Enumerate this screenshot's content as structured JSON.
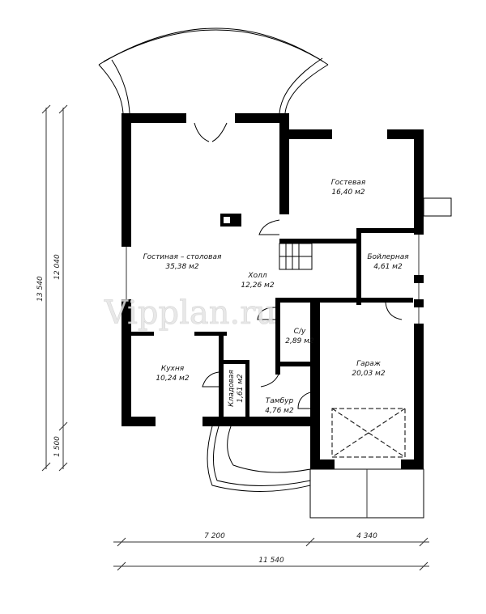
{
  "watermark": "Vipplan.ru",
  "rooms": [
    {
      "name": "Гостиная – столовая",
      "area": "35,38 м2"
    },
    {
      "name": "Гостевая",
      "area": "16,40 м2"
    },
    {
      "name": "Холл",
      "area": "12,26 м2"
    },
    {
      "name": "Бойлерная",
      "area": "4,61 м2"
    },
    {
      "name": "С/у",
      "area": "2,89 м2"
    },
    {
      "name": "Кухня",
      "area": "10,24 м2"
    },
    {
      "name": "Кладовая",
      "area": "1,61 м2"
    },
    {
      "name": "Гараж",
      "area": "20,03 м2"
    },
    {
      "name": "Тамбур",
      "area": "4,76 м2"
    }
  ],
  "dimensions": {
    "vertical_total": "13 540",
    "vertical_main": "12 040",
    "vertical_porch": "1 500",
    "horizontal_left": "7 200",
    "horizontal_right": "4 340",
    "horizontal_total": "11 540"
  }
}
